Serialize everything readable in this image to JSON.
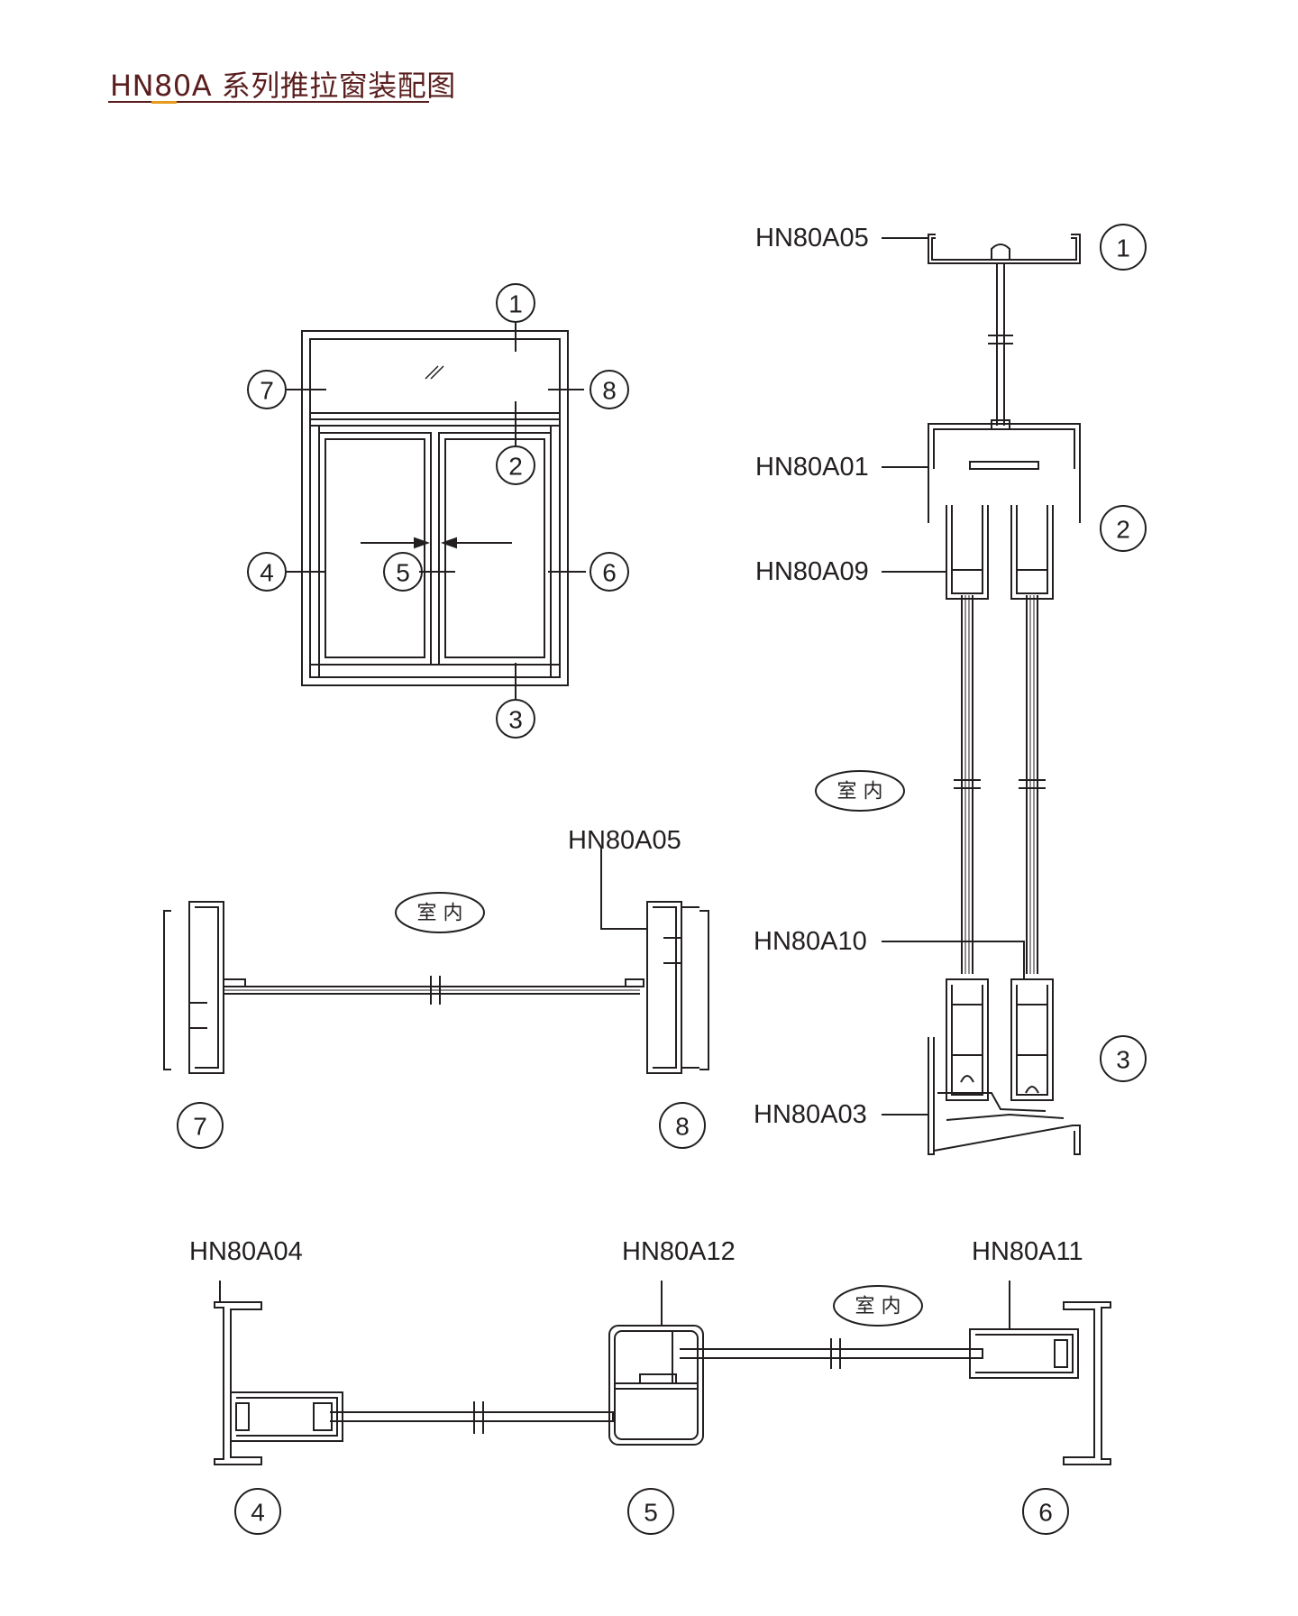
{
  "title": "HN80A 系列推拉窗装配图",
  "colors": {
    "title": "#5a1e1e",
    "accent": "#e89a1c",
    "line": "#231f20"
  },
  "markers": [
    "1",
    "2",
    "3",
    "4",
    "5",
    "6",
    "7",
    "8"
  ],
  "indoor_label": "室 内",
  "parts": {
    "a05": "HN80A05",
    "a01": "HN80A01",
    "a09": "HN80A09",
    "a10": "HN80A10",
    "a03": "HN80A03",
    "a04": "HN80A04",
    "a12": "HN80A12",
    "a11": "HN80A11"
  }
}
